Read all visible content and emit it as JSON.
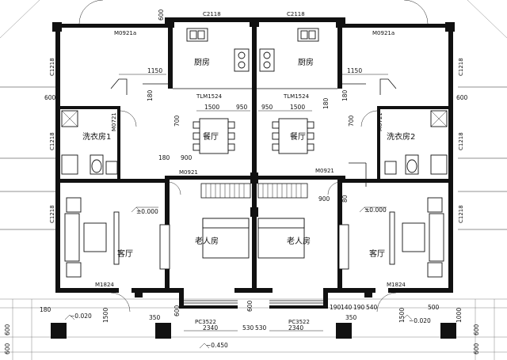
{
  "rooms": {
    "kitchen_left": "厨房",
    "kitchen_right": "厨房",
    "dining_left": "餐厅",
    "dining_right": "餐厅",
    "laundry_left": "洗衣房1",
    "laundry_right": "洗衣房2",
    "living_left": "客厅",
    "living_right": "客厅",
    "elder_left": "老人房",
    "elder_right": "老人房"
  },
  "tags": {
    "window_kitchen_l": "C2118",
    "window_kitchen_r": "C2118",
    "door_m0921a_l": "M0921a",
    "door_m0921a_r": "M0921a",
    "tlm_l": "TLM1524",
    "tlm_r": "TLM1524",
    "m0721_l": "M0721",
    "m0721_r": "M0721",
    "m0921_l": "M0921",
    "m0921_r": "M0921",
    "c1218_a": "C1218",
    "c1218_b": "C1218",
    "c1218_c": "C1218",
    "c1218_d": "C1218",
    "c1218_e": "C1218",
    "c1218_f": "C1218",
    "m1824_l": "M1824",
    "m1824_r": "M1824",
    "pc3522_l": "PC3522",
    "pc3522_r": "PC3522"
  },
  "dims": {
    "d1150_l": "1150",
    "d1150_r": "1150",
    "d1500_l": "1500",
    "d1500_r": "1500",
    "d950_l": "950",
    "d950_r": "950",
    "d600_l": "600",
    "d600_r": "600",
    "d600_top": "600",
    "d700_l": "700",
    "d700_r": "700",
    "d180_a": "180",
    "d180_b": "180",
    "d180_c": "180",
    "d180_d": "180",
    "d900_l": "900",
    "d900_r": "900",
    "d80": "80",
    "d180_bl": "180",
    "d1500_vl": "1500",
    "d1500_vr": "1500",
    "d350_l": "350",
    "d350_r": "350",
    "d600_bl": "600",
    "d600_br": "600",
    "d2340_l": "2340",
    "d2340_r": "2340",
    "d530_l": "530",
    "d530_r": "530",
    "d190_a": "190",
    "d140": "140",
    "d190_b": "190",
    "d540": "540",
    "d500": "500",
    "d1000": "1000",
    "d600_c": "600",
    "d600_d": "600",
    "d600_e": "600",
    "d600_f": "600"
  },
  "levels": {
    "lv_l": "±0.000",
    "lv_r": "±0.000",
    "lv_out_l": "−0.020",
    "lv_out_r": "−0.020",
    "lv_ground": "−0.450"
  }
}
